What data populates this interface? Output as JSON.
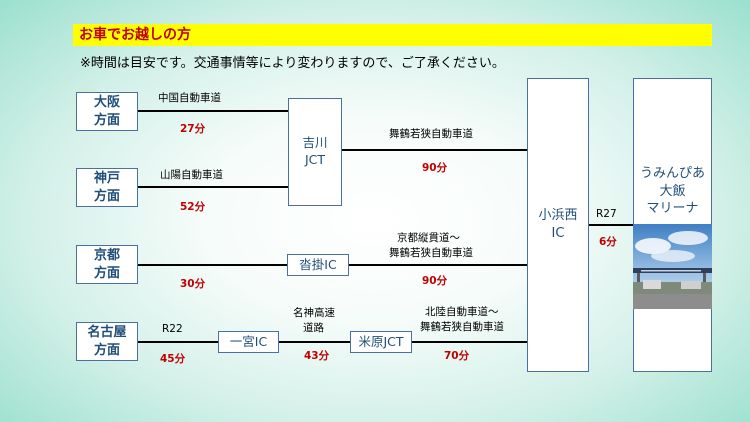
{
  "header": {
    "title": "お車でお越しの方",
    "note": "※時間は目安です。交通事情等により変わりますので、ご了承ください。"
  },
  "origins": {
    "osaka": [
      "大阪",
      "方面"
    ],
    "kobe": [
      "神戸",
      "方面"
    ],
    "kyoto": [
      "京都",
      "方面"
    ],
    "nagoya": [
      "名古屋",
      "方面"
    ]
  },
  "junctions": {
    "yokawa": [
      "吉川",
      "JCT"
    ],
    "kutsukake": "沓掛IC",
    "ichinomiya": "一宮IC",
    "maibara": "米原JCT",
    "obama": [
      "小浜西",
      "IC"
    ],
    "dest": [
      "うみんぴあ",
      "大飯",
      "マリーナ"
    ]
  },
  "routes": {
    "chugoku": {
      "label": "中国自動車道",
      "time": "27分"
    },
    "sanyo": {
      "label": "山陽自動車道",
      "time": "52分"
    },
    "maizuru": {
      "label": "舞鶴若狭自動車道",
      "time": "90分"
    },
    "kyoto_route": {
      "label1": "京都縦貫道～",
      "label2": "舞鶴若狭自動車道",
      "time": "90分",
      "time_origin": "30分"
    },
    "r22": {
      "label": "R22",
      "time": "45分"
    },
    "meishin": {
      "label1": "名神高速",
      "label2": "道路",
      "time": "43分"
    },
    "hokuriku": {
      "label1": "北陸自動車道～",
      "label2": "舞鶴若狭自動車道",
      "time": "70分"
    },
    "r27": {
      "label": "R27",
      "time": "6分"
    }
  }
}
